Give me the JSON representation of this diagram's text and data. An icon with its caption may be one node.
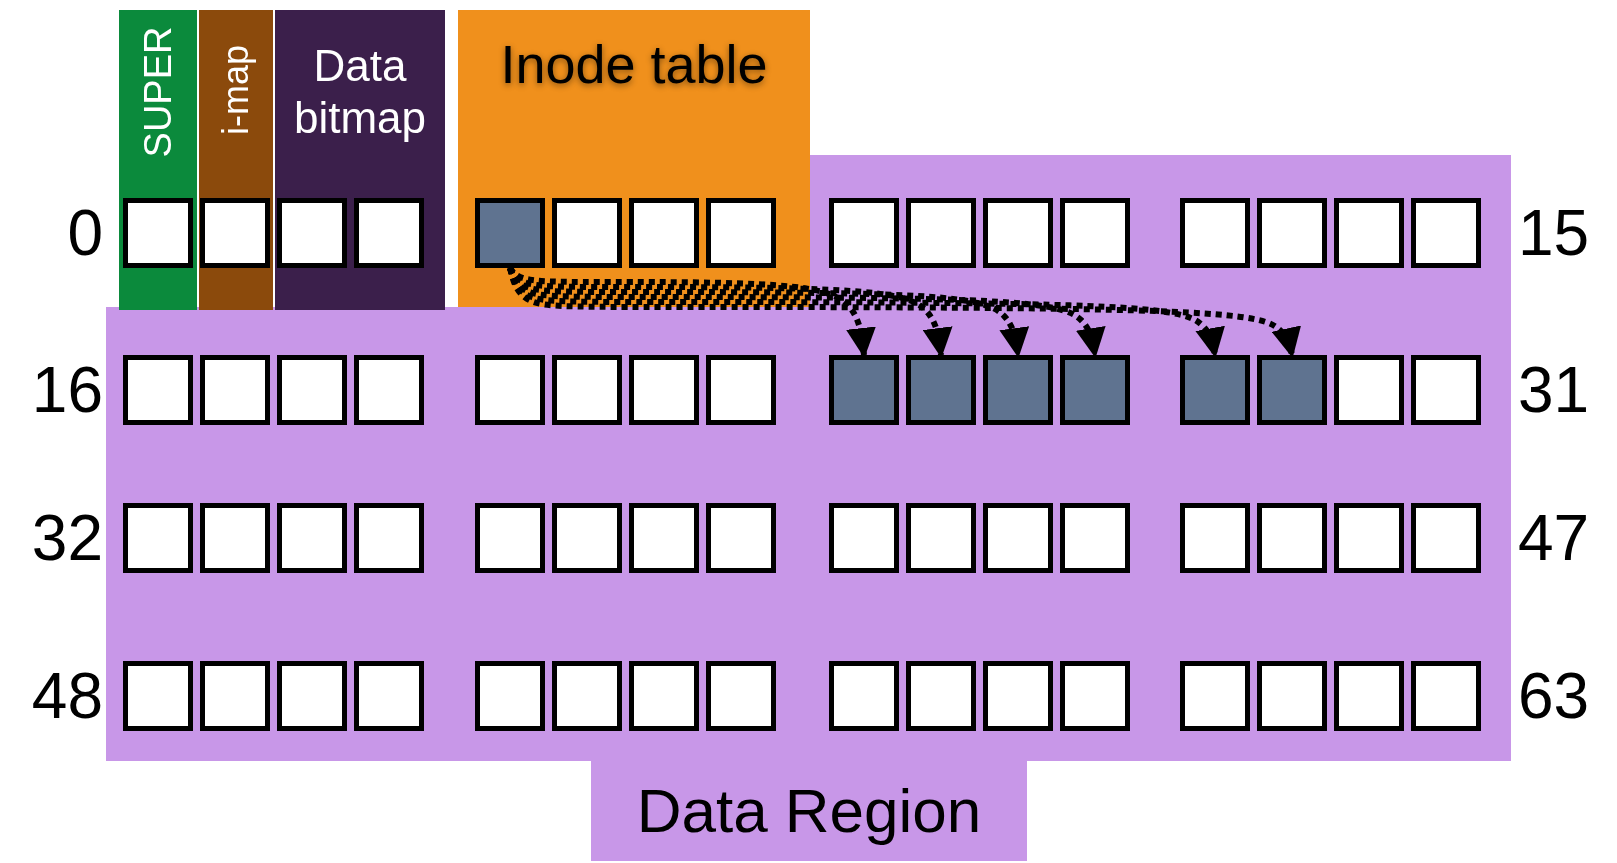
{
  "diagram": {
    "nodes": [
      {
        "text": [
          "SUPER"
        ]
      },
      {
        "text": [
          "i-map"
        ]
      },
      {
        "text": [
          "Data bitmap"
        ]
      },
      {
        "text": [
          "Inode table"
        ]
      },
      {
        "text": [
          "Data Region"
        ]
      },
      {
        "text": [],
        "shape": "box",
        "in": 0
      },
      {
        "text": [],
        "shape": "box",
        "in": 1
      },
      {
        "text": [],
        "shape": "box",
        "in": 2
      },
      {
        "text": [],
        "shape": "box",
        "in": 2
      },
      {
        "text": [],
        "shape": "box",
        "in": 3
      },
      {
        "text": [],
        "shape": "box",
        "in": 3
      },
      {
        "text": [],
        "shape": "box",
        "in": 3
      },
      {
        "text": [],
        "shape": "box",
        "in": 3
      },
      {
        "text": [],
        "shape": "box",
        "in": 4
      },
      {
        "text": [],
        "shape": "box",
        "in": 4
      },
      {
        "text": [],
        "shape": "box",
        "in": 4
      },
      {
        "text": [],
        "shape": "box",
        "in": 4
      },
      {
        "text": [],
        "shape": "box",
        "in": 4
      },
      {
        "text": [],
        "shape": "box",
        "in": 4
      },
      {
        "text": [],
        "shape": "box",
        "in": 4
      },
      {
        "text": [],
        "shape": "box",
        "in": 4
      },
      {
        "text": [],
        "shape": "box",
        "in": 4
      },
      {
        "text": [],
        "shape": "box",
        "in": 4
      },
      {
        "text": [],
        "shape": "box",
        "in": 4
      },
      {
        "text": [],
        "shape": "box",
        "in": 4
      },
      {
        "text": [],
        "shape": "box",
        "in": 4
      },
      {
        "text": [],
        "shape": "box",
        "in": 4
      },
      {
        "text": [],
        "shape": "box",
        "in": 4
      },
      {
        "text": [],
        "shape": "box",
        "in": 4
      },
      {
        "text": [],
        "shape": "box",
        "in": 4
      },
      {
        "text": [],
        "shape": "box",
        "in": 4
      },
      {
        "text": [],
        "shape": "box",
        "in": 4
      },
      {
        "text": [],
        "shape": "box",
        "in": 4
      },
      {
        "text": [],
        "shape": "box",
        "in": 4
      },
      {
        "text": [],
        "shape": "box",
        "in": 4
      },
      {
        "text": [],
        "shape": "box",
        "in": 4
      },
      {
        "text": [],
        "shape": "box",
        "in": 4
      },
      {
        "text": [],
        "shape": "box",
        "in": 4
      },
      {
        "text": [],
        "shape": "box",
        "in": 4
      },
      {
        "text": [],
        "shape": "box",
        "in": 4
      },
      {
        "text": [],
        "shape": "box",
        "in": 4
      },
      {
        "text": [],
        "shape": "box",
        "in": 4
      },
      {
        "text": [],
        "shape": "box",
        "in": 4
      },
      {
        "text": [],
        "shape": "box",
        "in": 4
      },
      {
        "text": [],
        "shape": "box",
        "in": 4
      },
      {
        "text": [],
        "shape": "box",
        "in": 4
      },
      {
        "text": [],
        "shape": "box",
        "in": 4
      },
      {
        "text": [],
        "shape": "box",
        "in": 4
      },
      {
        "text": [],
        "shape": "box",
        "in": 4
      },
      {
        "text": [],
        "shape": "box",
        "in": 4
      },
      {
        "text": [],
        "shape": "box",
        "in": 4
      },
      {
        "text": [],
        "shape": "box",
        "in": 4
      },
      {
        "text": [],
        "shape": "box",
        "in": 4
      },
      {
        "text": [],
        "shape": "box",
        "in": 4
      },
      {
        "text": [],
        "shape": "box",
        "in": 4
      },
      {
        "text": [],
        "shape": "box",
        "in": 4
      },
      {
        "text": [],
        "shape": "box",
        "in": 4
      },
      {
        "text": [],
        "shape": "box",
        "in": 4
      },
      {
        "text": [],
        "shape": "box",
        "in": 4
      },
      {
        "text": [],
        "shape": "box",
        "in": 4
      },
      {
        "text": [],
        "shape": "box",
        "in": 4
      },
      {
        "text": [],
        "shape": "box",
        "in": 4
      },
      {
        "text": [],
        "shape": "box",
        "in": 4
      },
      {
        "text": [],
        "shape": "box",
        "in": 4
      },
      {
        "text": [],
        "shape": "box",
        "in": 4
      },
      {
        "text": [],
        "shape": "box",
        "in": 4
      },
      {
        "text": [],
        "shape": "box",
        "in": 4
      },
      {
        "text": [],
        "shape": "box",
        "in": 4
      },
      {
        "text": [],
        "shape": "box",
        "in": 4
      }
    ],
    "edges": [
      {
        "from": 9,
        "to": 29,
        "arrow": "to",
        "style": "dashed"
      },
      {
        "from": 9,
        "to": 30,
        "arrow": "to",
        "style": "dashed"
      },
      {
        "from": 9,
        "to": 31,
        "arrow": "to",
        "style": "dashed"
      },
      {
        "from": 9,
        "to": 32,
        "arrow": "to",
        "style": "dashed"
      },
      {
        "from": 9,
        "to": 33,
        "arrow": "to",
        "style": "dashed"
      },
      {
        "from": 9,
        "to": 34,
        "arrow": "to",
        "style": "dashed"
      }
    ],
    "labels": [
      "0",
      "15",
      "16",
      "31",
      "32",
      "47",
      "48",
      "63"
    ]
  }
}
